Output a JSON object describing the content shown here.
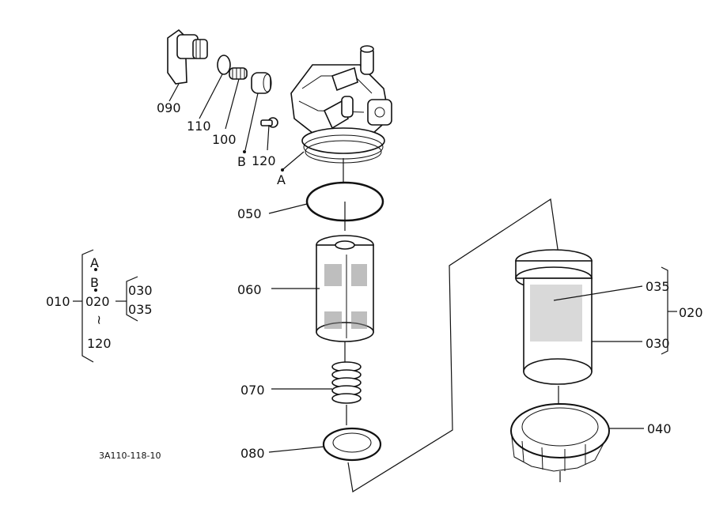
{
  "labels": {
    "p090": "090",
    "p110": "110",
    "p100": "100",
    "pB": "B",
    "p120": "120",
    "pA": "A",
    "p050": "050",
    "p060": "060",
    "p070": "070",
    "p080": "080",
    "p035": "035",
    "p030": "030",
    "p020": "020",
    "p040": "040"
  },
  "assembly_key": {
    "top_A": "A",
    "top_B": "B",
    "main": "010",
    "sub": "020",
    "sub_items": [
      "030",
      "035"
    ],
    "tilde": "~",
    "bottom": "120"
  },
  "drawing_code": "3A110-118-10"
}
